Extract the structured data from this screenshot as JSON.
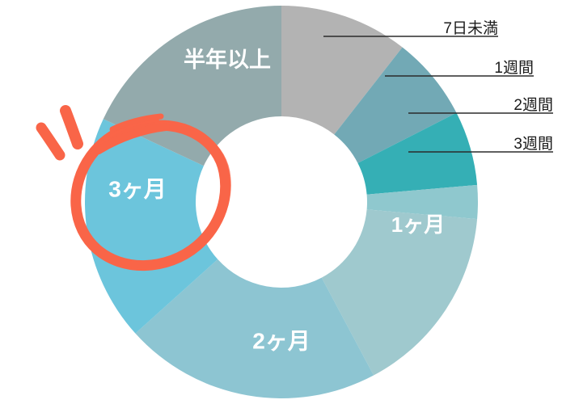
{
  "chart_data": {
    "type": "pie",
    "variant": "donut",
    "title": "",
    "subtitle": "",
    "xlabel": "",
    "ylabel": "",
    "start_angle_deg": 0,
    "direction": "clockwise",
    "inner_radius_ratio": 0.435,
    "legend_position": "none",
    "grid": false,
    "categories": [
      "7日未満",
      "1週間",
      "2週間",
      "3週間",
      "1ヶ月",
      "2ヶ月",
      "3ヶ月",
      "半年以上"
    ],
    "values": [
      10.6,
      6.9,
      6.1,
      2.8,
      15.8,
      21.1,
      18.6,
      18.1
    ],
    "angles_deg": [
      38,
      25,
      22,
      10,
      57,
      76,
      67,
      65
    ],
    "colors": [
      "#b3b3b3",
      "#72a9b5",
      "#35afb5",
      "#8fc8ce",
      "#9fc9ce",
      "#8dc5d2",
      "#6cc5dc",
      "#93aaac"
    ],
    "label_placement": [
      "callout",
      "callout",
      "callout",
      "callout",
      "inside",
      "inside",
      "inside",
      "inside"
    ],
    "highlighted_category": "3ヶ月"
  },
  "slices": [
    {
      "name": "seven-days",
      "label": "7日未満",
      "color": "#b3b3b3",
      "start": 0,
      "end": 38,
      "label_mode": "callout"
    },
    {
      "name": "one-week",
      "label": "1週間",
      "color": "#72a9b5",
      "start": 38,
      "end": 63,
      "label_mode": "callout"
    },
    {
      "name": "two-weeks",
      "label": "2週間",
      "color": "#35afb5",
      "start": 63,
      "end": 85,
      "label_mode": "callout"
    },
    {
      "name": "three-weeks",
      "label": "3週間",
      "color": "#8fc8ce",
      "start": 85,
      "end": 95,
      "label_mode": "callout"
    },
    {
      "name": "one-month",
      "label": "1ヶ月",
      "color": "#9fc9ce",
      "start": 95,
      "end": 152,
      "label_mode": "inside"
    },
    {
      "name": "two-months",
      "label": "2ヶ月",
      "color": "#8dc5d2",
      "start": 152,
      "end": 228,
      "label_mode": "inside"
    },
    {
      "name": "three-months",
      "label": "3ヶ月",
      "color": "#6cc5dc",
      "start": 228,
      "end": 295,
      "label_mode": "inside"
    },
    {
      "name": "half-year",
      "label": "半年以上",
      "color": "#93aaac",
      "start": 295,
      "end": 360,
      "label_mode": "inside"
    }
  ],
  "inside_labels": {
    "one_month": "1ヶ月",
    "two_months": "2ヶ月",
    "three_months": "3ヶ月",
    "half_year": "半年以上"
  },
  "callout_labels": {
    "seven_days": "7日未満",
    "one_week": "1週間",
    "two_weeks": "2週間",
    "three_weeks": "3週間"
  },
  "annotation": {
    "name": "highlight-circle",
    "target": "3ヶ月",
    "color": "#f96548",
    "style": "hand-drawn-ellipse-with-emphasis-marks"
  },
  "colors": {
    "background": "#ffffff",
    "label_text": "#ffffff",
    "callout_text": "#1b1b1b",
    "leader_line": "#2b2b2b",
    "accent": "#f96548"
  }
}
